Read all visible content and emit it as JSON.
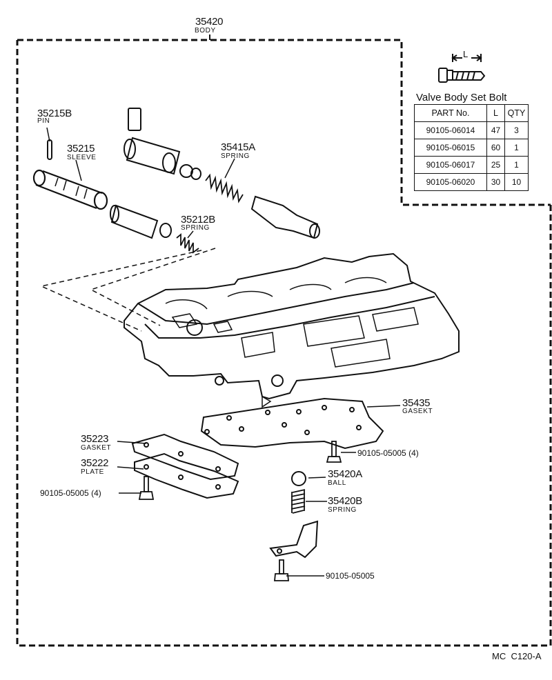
{
  "assembly": {
    "part_no": "35420",
    "name": "BODY"
  },
  "parts": [
    {
      "id": "pin",
      "part_no": "35215B",
      "name": "PIN"
    },
    {
      "id": "sleeve",
      "part_no": "35215",
      "name": "SLEEVE"
    },
    {
      "id": "spring-a",
      "part_no": "35415A",
      "name": "SPRING"
    },
    {
      "id": "spring-b",
      "part_no": "35212B",
      "name": "SPRING"
    },
    {
      "id": "gasket-main",
      "part_no": "35435",
      "name": "GASEKT"
    },
    {
      "id": "gasket-small",
      "part_no": "35223",
      "name": "GASKET"
    },
    {
      "id": "plate",
      "part_no": "35222",
      "name": "PLATE"
    },
    {
      "id": "ball",
      "part_no": "35420A",
      "name": "BALL"
    },
    {
      "id": "spring-c",
      "part_no": "35420B",
      "name": "SPRING"
    }
  ],
  "bolts": [
    {
      "id": "bolt-right",
      "label": "90105-05005 (4)"
    },
    {
      "id": "bolt-left",
      "label": "90105-05005 (4)"
    },
    {
      "id": "bolt-bottom",
      "label": "90105-05005"
    }
  ],
  "bolt_table": {
    "title": "Valve Body Set Bolt",
    "dimension_label": "L",
    "headers": [
      "PART No.",
      "L",
      "QTY"
    ],
    "rows": [
      [
        "90105-06014",
        "47",
        "3"
      ],
      [
        "90105-06015",
        "60",
        "1"
      ],
      [
        "90105-06017",
        "25",
        "1"
      ],
      [
        "90105-06020",
        "30",
        "10"
      ]
    ]
  },
  "diagram_code": "MC  C120-A"
}
